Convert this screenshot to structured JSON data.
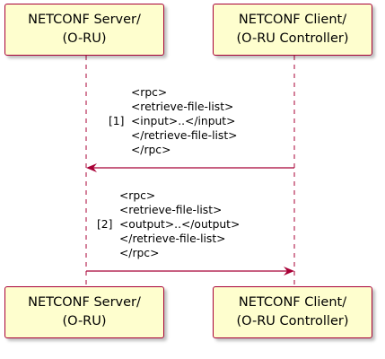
{
  "participants": {
    "server": {
      "line1": "NETCONF Server/",
      "line2": "(O-RU)"
    },
    "client": {
      "line1": "NETCONF Client/",
      "line2": "(O-RU Controller)"
    }
  },
  "messages": [
    {
      "number": "[1]",
      "direction": "client-to-server",
      "lines": [
        "<rpc>",
        "<retrieve-file-list>",
        "<input>..</input>",
        "</retrieve-file-list>",
        "</rpc>"
      ]
    },
    {
      "number": "[2]",
      "direction": "server-to-client",
      "lines": [
        "<rpc>",
        "<retrieve-file-list>",
        "<output>..</output>",
        "</retrieve-file-list>",
        "</rpc>"
      ]
    }
  ],
  "colors": {
    "participant_fill": "#fefece",
    "participant_border": "#a80036",
    "lifeline": "#a80036",
    "arrow": "#a80036"
  }
}
